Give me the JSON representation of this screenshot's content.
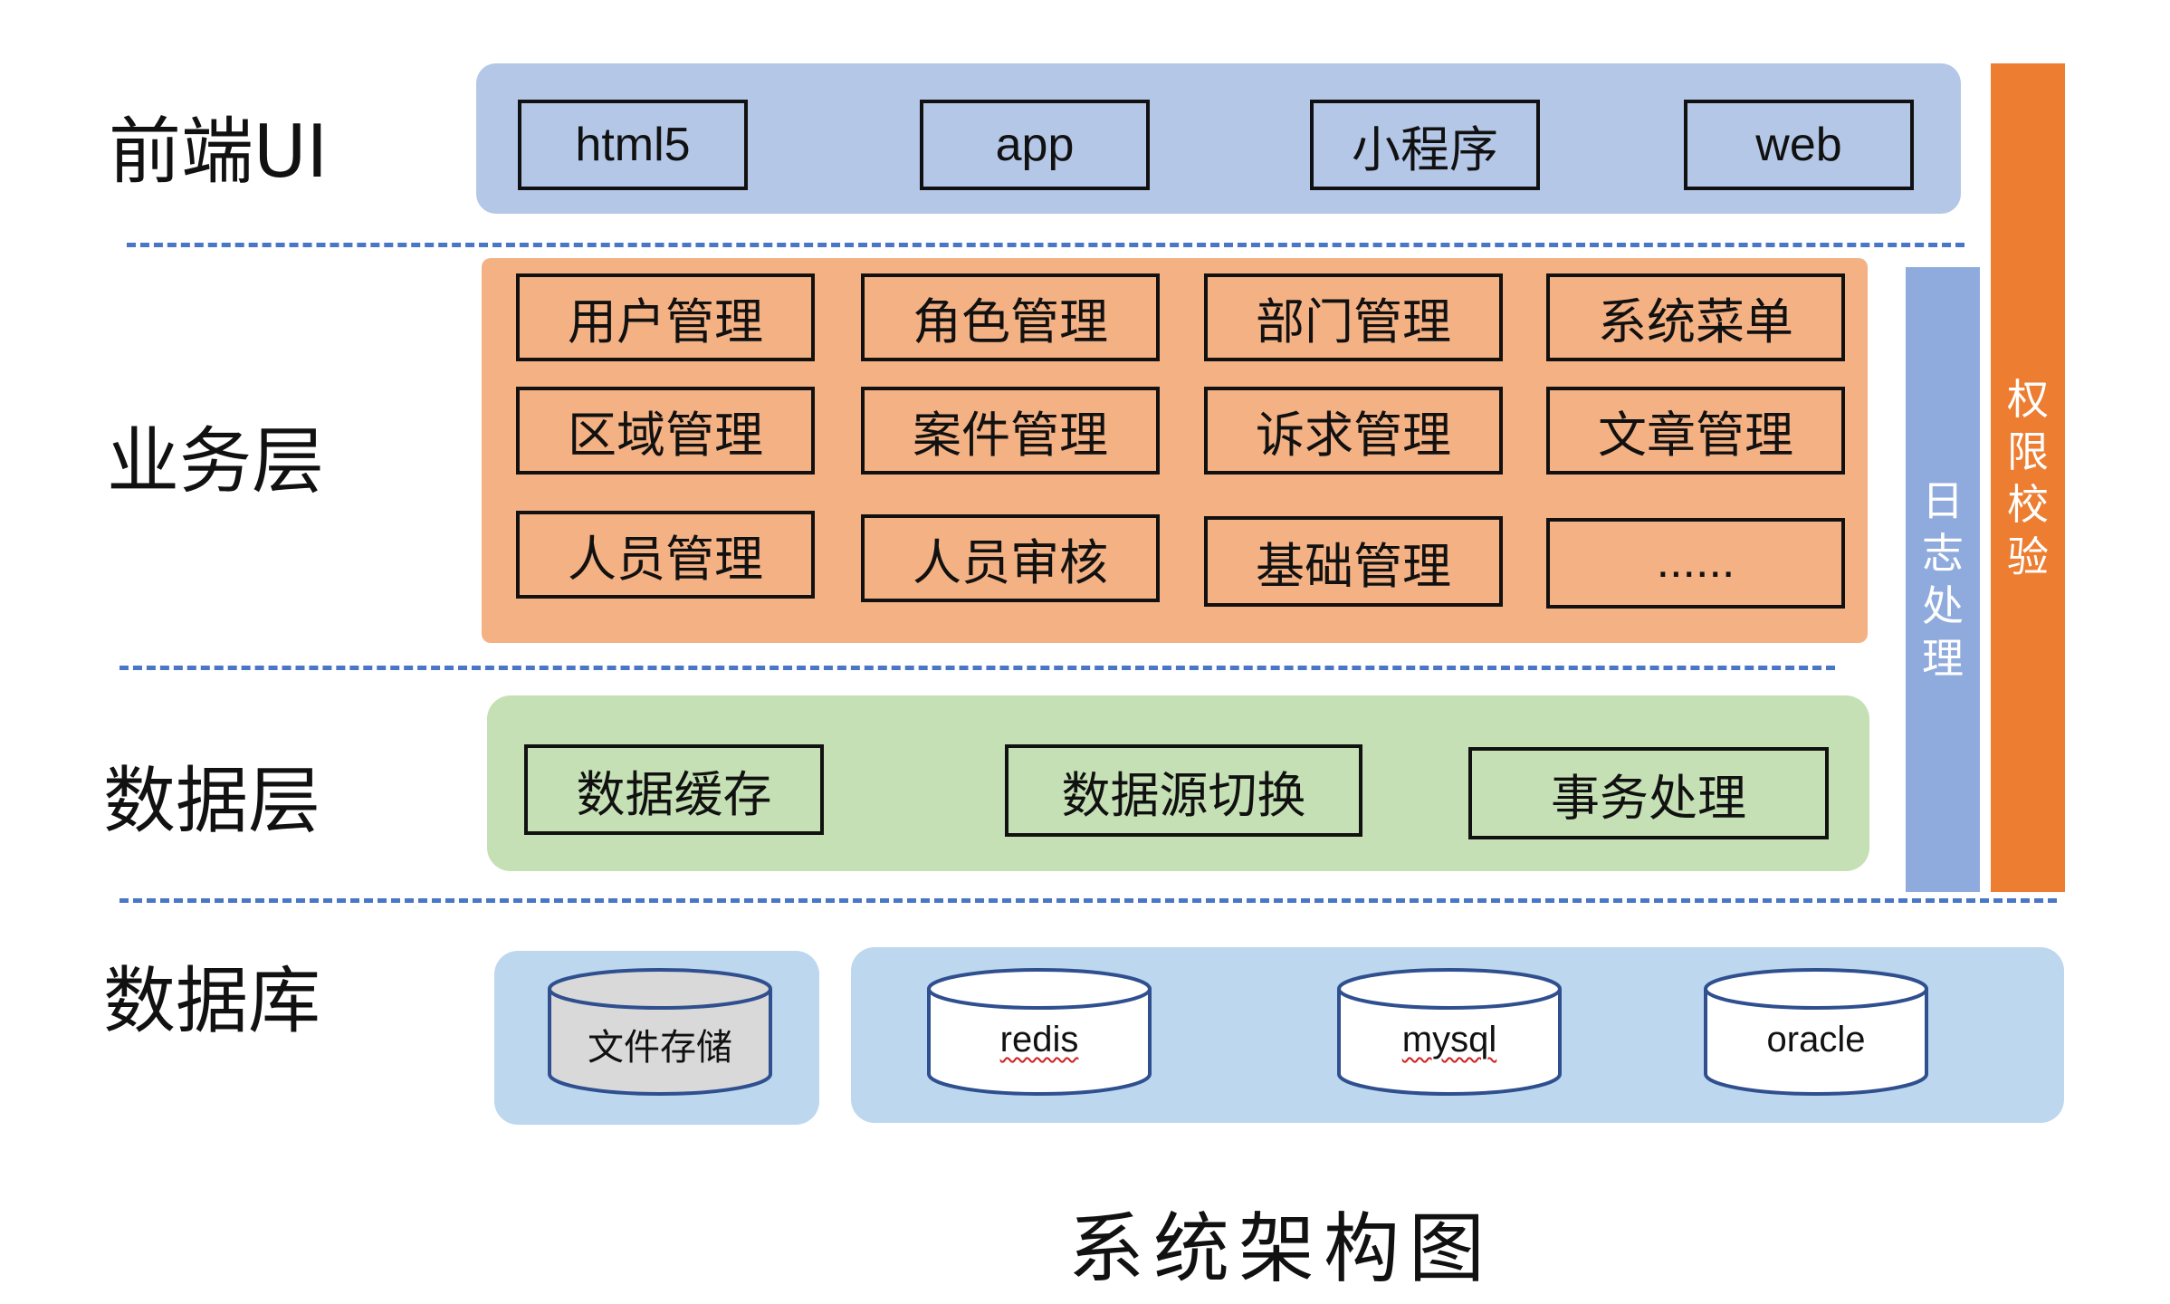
{
  "layers": {
    "frontend": "前端UI",
    "business": "业务层",
    "data": "数据层",
    "database": "数据库"
  },
  "frontend_items": [
    "html5",
    "app",
    "小程序",
    "web"
  ],
  "business_items": [
    "用户管理",
    "角色管理",
    "部门管理",
    "系统菜单",
    "区域管理",
    "案件管理",
    "诉求管理",
    "文章管理",
    "人员管理",
    "人员审核",
    "基础管理",
    "......"
  ],
  "data_items": [
    "数据缓存",
    "数据源切换",
    "事务处理"
  ],
  "database_items": [
    "文件存储",
    "redis",
    "mysql",
    "oracle"
  ],
  "side_bars": {
    "log": "日志处理",
    "auth": "权限校验"
  },
  "caption": "系统架构图",
  "colors": {
    "frontend_band": "#b4c7e7",
    "business_band": "#f4b183",
    "data_band": "#c5e0b4",
    "database_band": "#bdd7ee",
    "log_bar": "#8faadc",
    "auth_bar": "#ed7d31",
    "dash_line": "#4a76c6",
    "file_cylinder": "#d9d9d9"
  }
}
